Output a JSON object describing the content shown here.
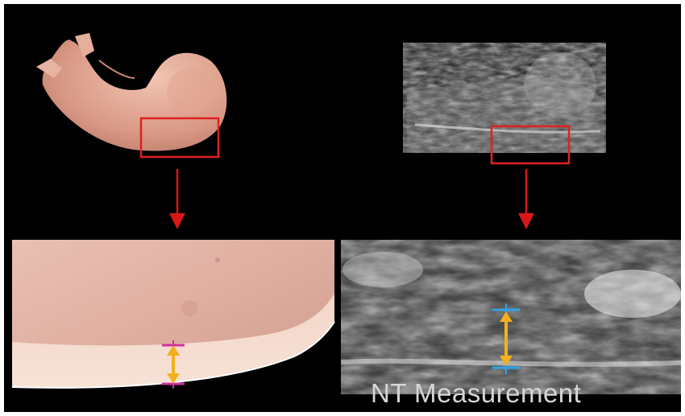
{
  "caption": "NT Measurement",
  "colors": {
    "background": "#000000",
    "frame_border": "#ffffff",
    "highlight_box": "#e02020",
    "arrow_down": "#d81818",
    "measure_arrow": "#f2b01e",
    "marker_skin": "#d0309a",
    "marker_ultrasound": "#2ea4e8"
  },
  "panels": [
    {
      "id": "fetus-illustration",
      "kind": "illustration"
    },
    {
      "id": "ultrasound-scan",
      "kind": "ultrasound"
    },
    {
      "id": "fetus-neck-closeup",
      "kind": "illustration"
    },
    {
      "id": "ultrasound-neck-closeup",
      "kind": "ultrasound"
    }
  ]
}
